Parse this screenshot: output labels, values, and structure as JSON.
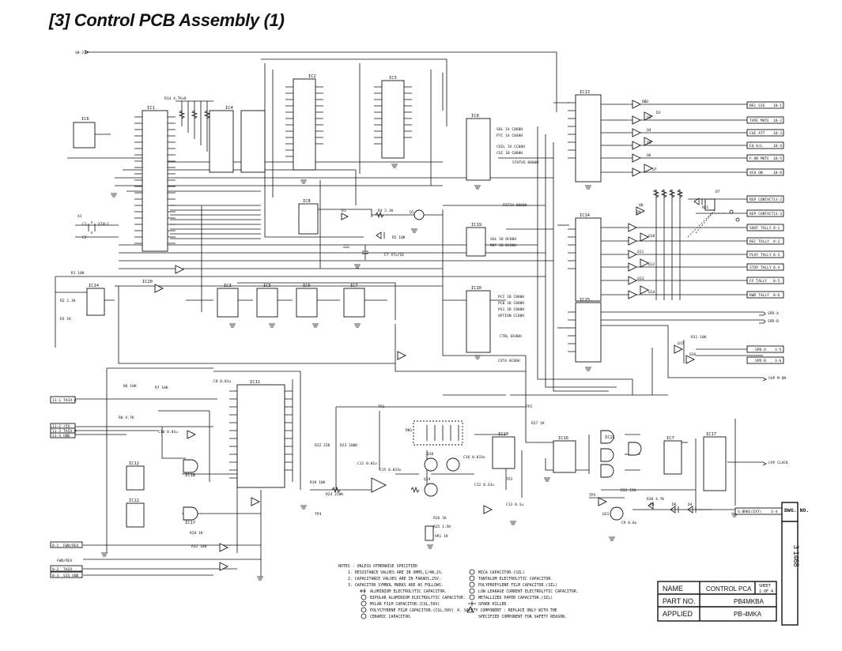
{
  "page": {
    "title": "[3]  Control PCB Assembly (1)"
  },
  "connectors_left": [
    {
      "ref": "SB-27",
      "signal": ""
    },
    {
      "ref": "11-1",
      "signal": "TACH-A"
    },
    {
      "ref": "11-2",
      "signal": "+5V"
    },
    {
      "ref": "11-3",
      "signal": "TACH-B"
    },
    {
      "ref": "11-4",
      "signal": "GND"
    },
    {
      "ref": "8-1",
      "signal": "FWD/REV"
    },
    {
      "ref": "",
      "signal": "FWD/REV"
    },
    {
      "ref": "8-2",
      "signal": "TACH"
    },
    {
      "ref": "8-3",
      "signal": "SIG GND"
    }
  ],
  "connectors_right": [
    {
      "signal": "REC SIG",
      "ref": "10-1"
    },
    {
      "signal": "TAPE MUTE",
      "ref": "10-2"
    },
    {
      "signal": "CUE ATT",
      "ref": "10-3"
    },
    {
      "signal": "EQ H/L",
      "ref": "10-4"
    },
    {
      "signal": "F-ON MUTE",
      "ref": "10-5"
    },
    {
      "signal": "VCH ON",
      "ref": "10-6"
    },
    {
      "signal": "REP CONTACT",
      "ref": "13-2"
    },
    {
      "signal": "REP CONTACT",
      "ref": "13-3"
    },
    {
      "signal": "SHUT TALLY",
      "ref": "8-1"
    },
    {
      "signal": "REC TALLY",
      "ref": "8-2"
    },
    {
      "signal": "PLAY TALLY",
      "ref": "8-3"
    },
    {
      "signal": "STOP TALLY",
      "ref": "8-4"
    },
    {
      "signal": "FF TALLY",
      "ref": "8-5"
    },
    {
      "signal": "RWD TALLY",
      "ref": "8-6"
    },
    {
      "signal": "SPD-A",
      "ref": ""
    },
    {
      "signal": "SPD-B",
      "ref": ""
    },
    {
      "signal": "SPD-A",
      "ref": "3-5"
    },
    {
      "signal": "SPD-B",
      "ref": "3-6"
    },
    {
      "signal": "CAP M ON",
      "ref": ""
    },
    {
      "signal": "CAP CLOCK",
      "ref": ""
    },
    {
      "signal": "S.BRKE(EXT)",
      "ref": "3-4"
    }
  ],
  "ic_labels": [
    "IC6",
    "IC1",
    "IC4",
    "IC2",
    "IC3",
    "IC9",
    "IC13",
    "IC8",
    "IC14",
    "IC10",
    "IC15",
    "IC19",
    "IC14",
    "IC3",
    "IC5",
    "IC6",
    "IC7",
    "IC11",
    "IC12",
    "IC12",
    "IC18",
    "IC17",
    "IC16",
    "IC21",
    "IC7",
    "IC17",
    "IC10",
    "IC20"
  ],
  "component_labels": [
    "X1",
    "XTAL1",
    "C1",
    "C2",
    "R1 10K",
    "R2 2.1K",
    "R3 1K",
    "R4 2.1K",
    "R5 10K",
    "R6 10K",
    "R7 16K",
    "R8 4.7K",
    "R14 4.7Kx8",
    "D1",
    "D2",
    "D3",
    "Q1",
    "Q2",
    "Q3",
    "Q4",
    "Q5",
    "Q6",
    "Q7",
    "Q8",
    "Q9",
    "Q10",
    "Q11",
    "Q12",
    "Q13",
    "Q14",
    "Q15",
    "Q16",
    "Q18",
    "Q19",
    "Q21",
    "R26 1K",
    "R27 1K",
    "R28 1K",
    "RL1",
    "D4",
    "D5",
    "D6",
    "D7",
    "C8 0.01u",
    "C9 0.8u",
    "C10 0.01u",
    "C11 0.01u",
    "C12 0.33u",
    "C13 0.1u",
    "R22 22K",
    "R23 100K",
    "R24 220K",
    "R25 1.5K",
    "R19 10K",
    "R30 4.7K",
    "R31 10K",
    "R32 100",
    "R33 22K",
    "RN1",
    "C16 0.033u",
    "C15 0.033u",
    "C7 47u/16",
    "TP1",
    "TP2",
    "TP3",
    "TP4",
    "TP5",
    "VR1 1K"
  ],
  "port_labels": [
    "SOL 1A C880H",
    "PTC 1A C848H",
    "COIL 1A CC80H",
    "CSI 1B C880H",
    "SOL 1B DC88H",
    "MOT 1B DC88H",
    "PCI 1B C880H",
    "PCB 1B C880H",
    "PS1 1B C880H",
    "OPTION CC80H",
    "CTRL 0C80H",
    "CSTA 0C80H",
    "PITCH 0080H",
    "STATUS 0000H"
  ],
  "notes": {
    "heading": "NOTES : UNLESS OTHERWISE SPECIFIED",
    "items": [
      "1.  RESISTANCE VALUES ARE IN OHMS,1/4W,1%.",
      "2.  CAPACITANCE VALUES ARE IN FARADS,25V.",
      "3.  CAPACITOR SYMBOL MARKS ARE AS FOLLOWS.",
      "ALUMINIUM ELECTROLYTIC CAPACITOR.",
      "BIPOLAR ALUMINIUM ELECTROLYTIC CAPACITOR.",
      "MYLAR FILM CAPACITOR.(CSL,50V)",
      "POLYSTYRENE FILM CAPACITOR.(CSL,50V)",
      "CERAMIC CAPACITOR.",
      "MICA CAPACITOR.(SIL)",
      "TANTALUM ELECTROLYTIC CAPACITOR.",
      "POLYPROPYLENE FILM CAPACITOR.(SIL)",
      "LOW LEAKAGE CURRENT ELECTROLYTIC CAPACITOR.",
      "METALLIZED PAPER CAPACITOR.(SIL)",
      "SPARK KILLER.",
      "4.  SAFETY COMPONENT : REPLACE ONLY WITH THE",
      "SPECIFIED COMPONENT FOR SAFETY REASON."
    ]
  },
  "title_block": {
    "name_label": "NAME",
    "name_value": "CONTROL PCA",
    "sheet_label": "SHEET",
    "sheet_value": "1 OF 4",
    "part_label": "PART NO.",
    "part_value": "PB4MKBA",
    "applied_label": "APPLIED",
    "applied_value": "PB-4MKA"
  },
  "dwg": {
    "label": "DWG. NO.",
    "number": "3  1468"
  }
}
